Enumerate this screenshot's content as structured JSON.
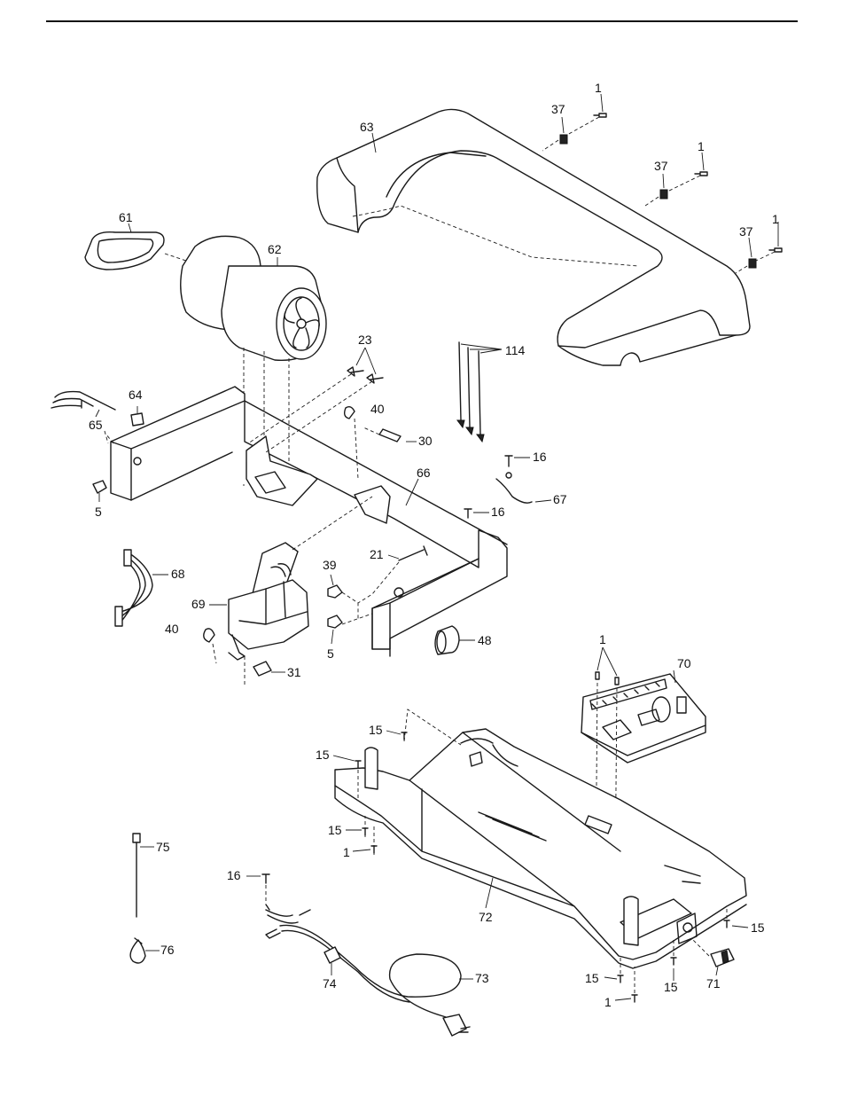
{
  "labels": {
    "p1a": "1",
    "p1b": "1",
    "p1c": "1",
    "p1d": "1",
    "p1e": "1",
    "p1f": "1",
    "p5a": "5",
    "p5b": "5",
    "p15a": "15",
    "p15b": "15",
    "p15c": "15",
    "p15d": "15",
    "p15e": "15",
    "p15f": "15",
    "p16a": "16",
    "p16b": "16",
    "p16c": "16",
    "p21": "21",
    "p23": "23",
    "p30": "30",
    "p31": "31",
    "p37a": "37",
    "p37b": "37",
    "p37c": "37",
    "p39": "39",
    "p40a": "40",
    "p40b": "40",
    "p48": "48",
    "p61": "61",
    "p62": "62",
    "p63": "63",
    "p64": "64",
    "p65": "65",
    "p66": "66",
    "p67": "67",
    "p68": "68",
    "p69": "69",
    "p70": "70",
    "p71": "71",
    "p72": "72",
    "p73": "73",
    "p74": "74",
    "p75": "75",
    "p76": "76",
    "p114": "114"
  }
}
